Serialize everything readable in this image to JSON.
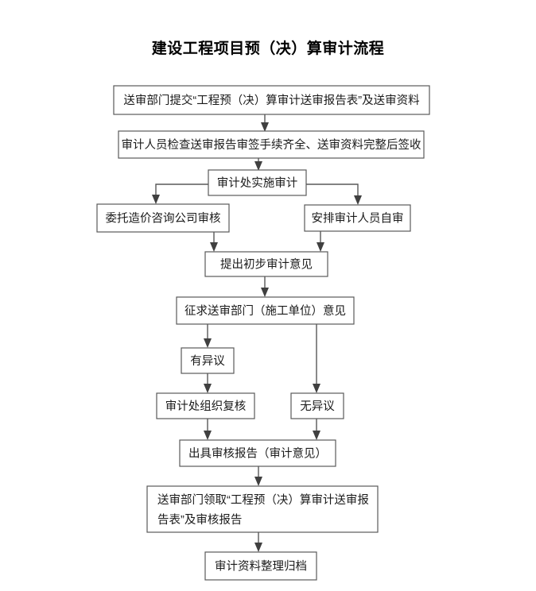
{
  "title": "建设工程项目预（决）算审计流程",
  "diagram": {
    "type": "flowchart",
    "orientation": "top-to-bottom",
    "nodes": [
      {
        "id": "n1",
        "label": "送审部门提交“工程预（决）算审计送审报告表”及送审资料",
        "lines": [
          "送审部门提交“工程预（决）算审计送审报告表”及送审资料"
        ]
      },
      {
        "id": "n2",
        "label": "审计人员检查送审报告审签手续齐全、送审资料完整后签收",
        "lines": [
          "审计人员检查送审报告审签手续齐全、送审资料完整后签收"
        ]
      },
      {
        "id": "n3",
        "label": "审计处实施审计",
        "lines": [
          "审计处实施审计"
        ]
      },
      {
        "id": "n4",
        "label": "委托造价咨询公司审核",
        "lines": [
          "委托造价咨询公司审核"
        ]
      },
      {
        "id": "n5",
        "label": "安排审计人员自审",
        "lines": [
          "安排审计人员自审"
        ]
      },
      {
        "id": "n6",
        "label": "提出初步审计意见",
        "lines": [
          "提出初步审计意见"
        ]
      },
      {
        "id": "n7",
        "label": "征求送审部门（施工单位）意见",
        "lines": [
          "征求送审部门（施工单位）意见"
        ]
      },
      {
        "id": "n8",
        "label": "有异议",
        "lines": [
          "有异议"
        ]
      },
      {
        "id": "n9",
        "label": "无异议",
        "lines": [
          "无异议"
        ]
      },
      {
        "id": "n10",
        "label": "审计处组织复核",
        "lines": [
          "审计处组织复核"
        ]
      },
      {
        "id": "n11",
        "label": "出具审核报告（审计意见）",
        "lines": [
          "出具审核报告（审计意见）"
        ]
      },
      {
        "id": "n12",
        "label": "送审部门领取“工程预（决）算审计送审报告表”及审核报告",
        "lines": [
          "送审部门领取“工程预（决）算审计送审报",
          "告表”及审核报告"
        ]
      },
      {
        "id": "n13",
        "label": "审计资料整理归档",
        "lines": [
          "审计资料整理归档"
        ]
      }
    ],
    "edges": [
      {
        "from": "n1",
        "to": "n2"
      },
      {
        "from": "n2",
        "to": "n3"
      },
      {
        "from": "n3",
        "to": "n4"
      },
      {
        "from": "n3",
        "to": "n5"
      },
      {
        "from": "n4",
        "to": "n6"
      },
      {
        "from": "n5",
        "to": "n6"
      },
      {
        "from": "n6",
        "to": "n7"
      },
      {
        "from": "n7",
        "to": "n8"
      },
      {
        "from": "n7",
        "to": "n9"
      },
      {
        "from": "n8",
        "to": "n10"
      },
      {
        "from": "n10",
        "to": "n11"
      },
      {
        "from": "n9",
        "to": "n11"
      },
      {
        "from": "n11",
        "to": "n12"
      },
      {
        "from": "n12",
        "to": "n13"
      }
    ]
  },
  "colors": {
    "background": "#ffffff",
    "box_border": "#595959",
    "box_fill": "#ffffff",
    "text": "#1a1a1a",
    "line": "#595959",
    "arrow": "#404040",
    "title_text": "#000000"
  }
}
